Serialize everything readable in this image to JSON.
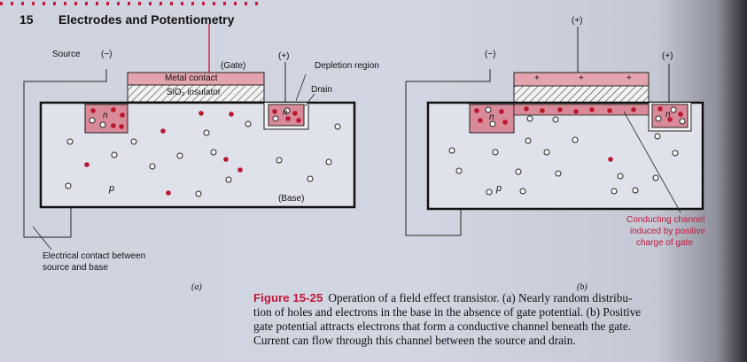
{
  "header": {
    "section_number": "15",
    "title": "Electrodes and Potentiometry"
  },
  "diagram_a": {
    "source_label": "Source",
    "source_sign": "(−)",
    "gate_label": "(Gate)",
    "drain_sign": "(+)",
    "depletion_label": "Depletion region",
    "metal_contact_label": "Metal contact",
    "insulator_label": "SiO₂ insulator",
    "drain_label": "Drain",
    "n_label": "n",
    "p_label": "p",
    "base_label": "(Base)",
    "electrical_contact_line1": "Electrical contact between",
    "electrical_contact_line2": "source and base",
    "panel_label": "(a)"
  },
  "diagram_b": {
    "gate_sign": "(+)",
    "source_sign": "(−)",
    "drain_sign": "(+)",
    "plate_plus": "+",
    "n_label": "n",
    "p_label": "p",
    "channel_line1": "Conducting channel",
    "channel_line2": "induced by positive",
    "channel_line3": "charge of gate",
    "panel_label": "(b)"
  },
  "caption": {
    "figure_label": "Figure 15-25",
    "line1": "Operation of a field effect transistor. (a) Nearly random distribu-",
    "line2": "tion of holes and electrons in the base in the absence of gate potential. (b) Positive",
    "line3": "gate potential attracts electrons that form a conductive channel beneath the gate.",
    "line4": "Current can flow through this channel between the source and drain."
  },
  "colors": {
    "accent_red": "#c0183a",
    "n_region": "#d98a98",
    "metal_contact": "#e4a4ae",
    "page": "#d0d4e0"
  }
}
